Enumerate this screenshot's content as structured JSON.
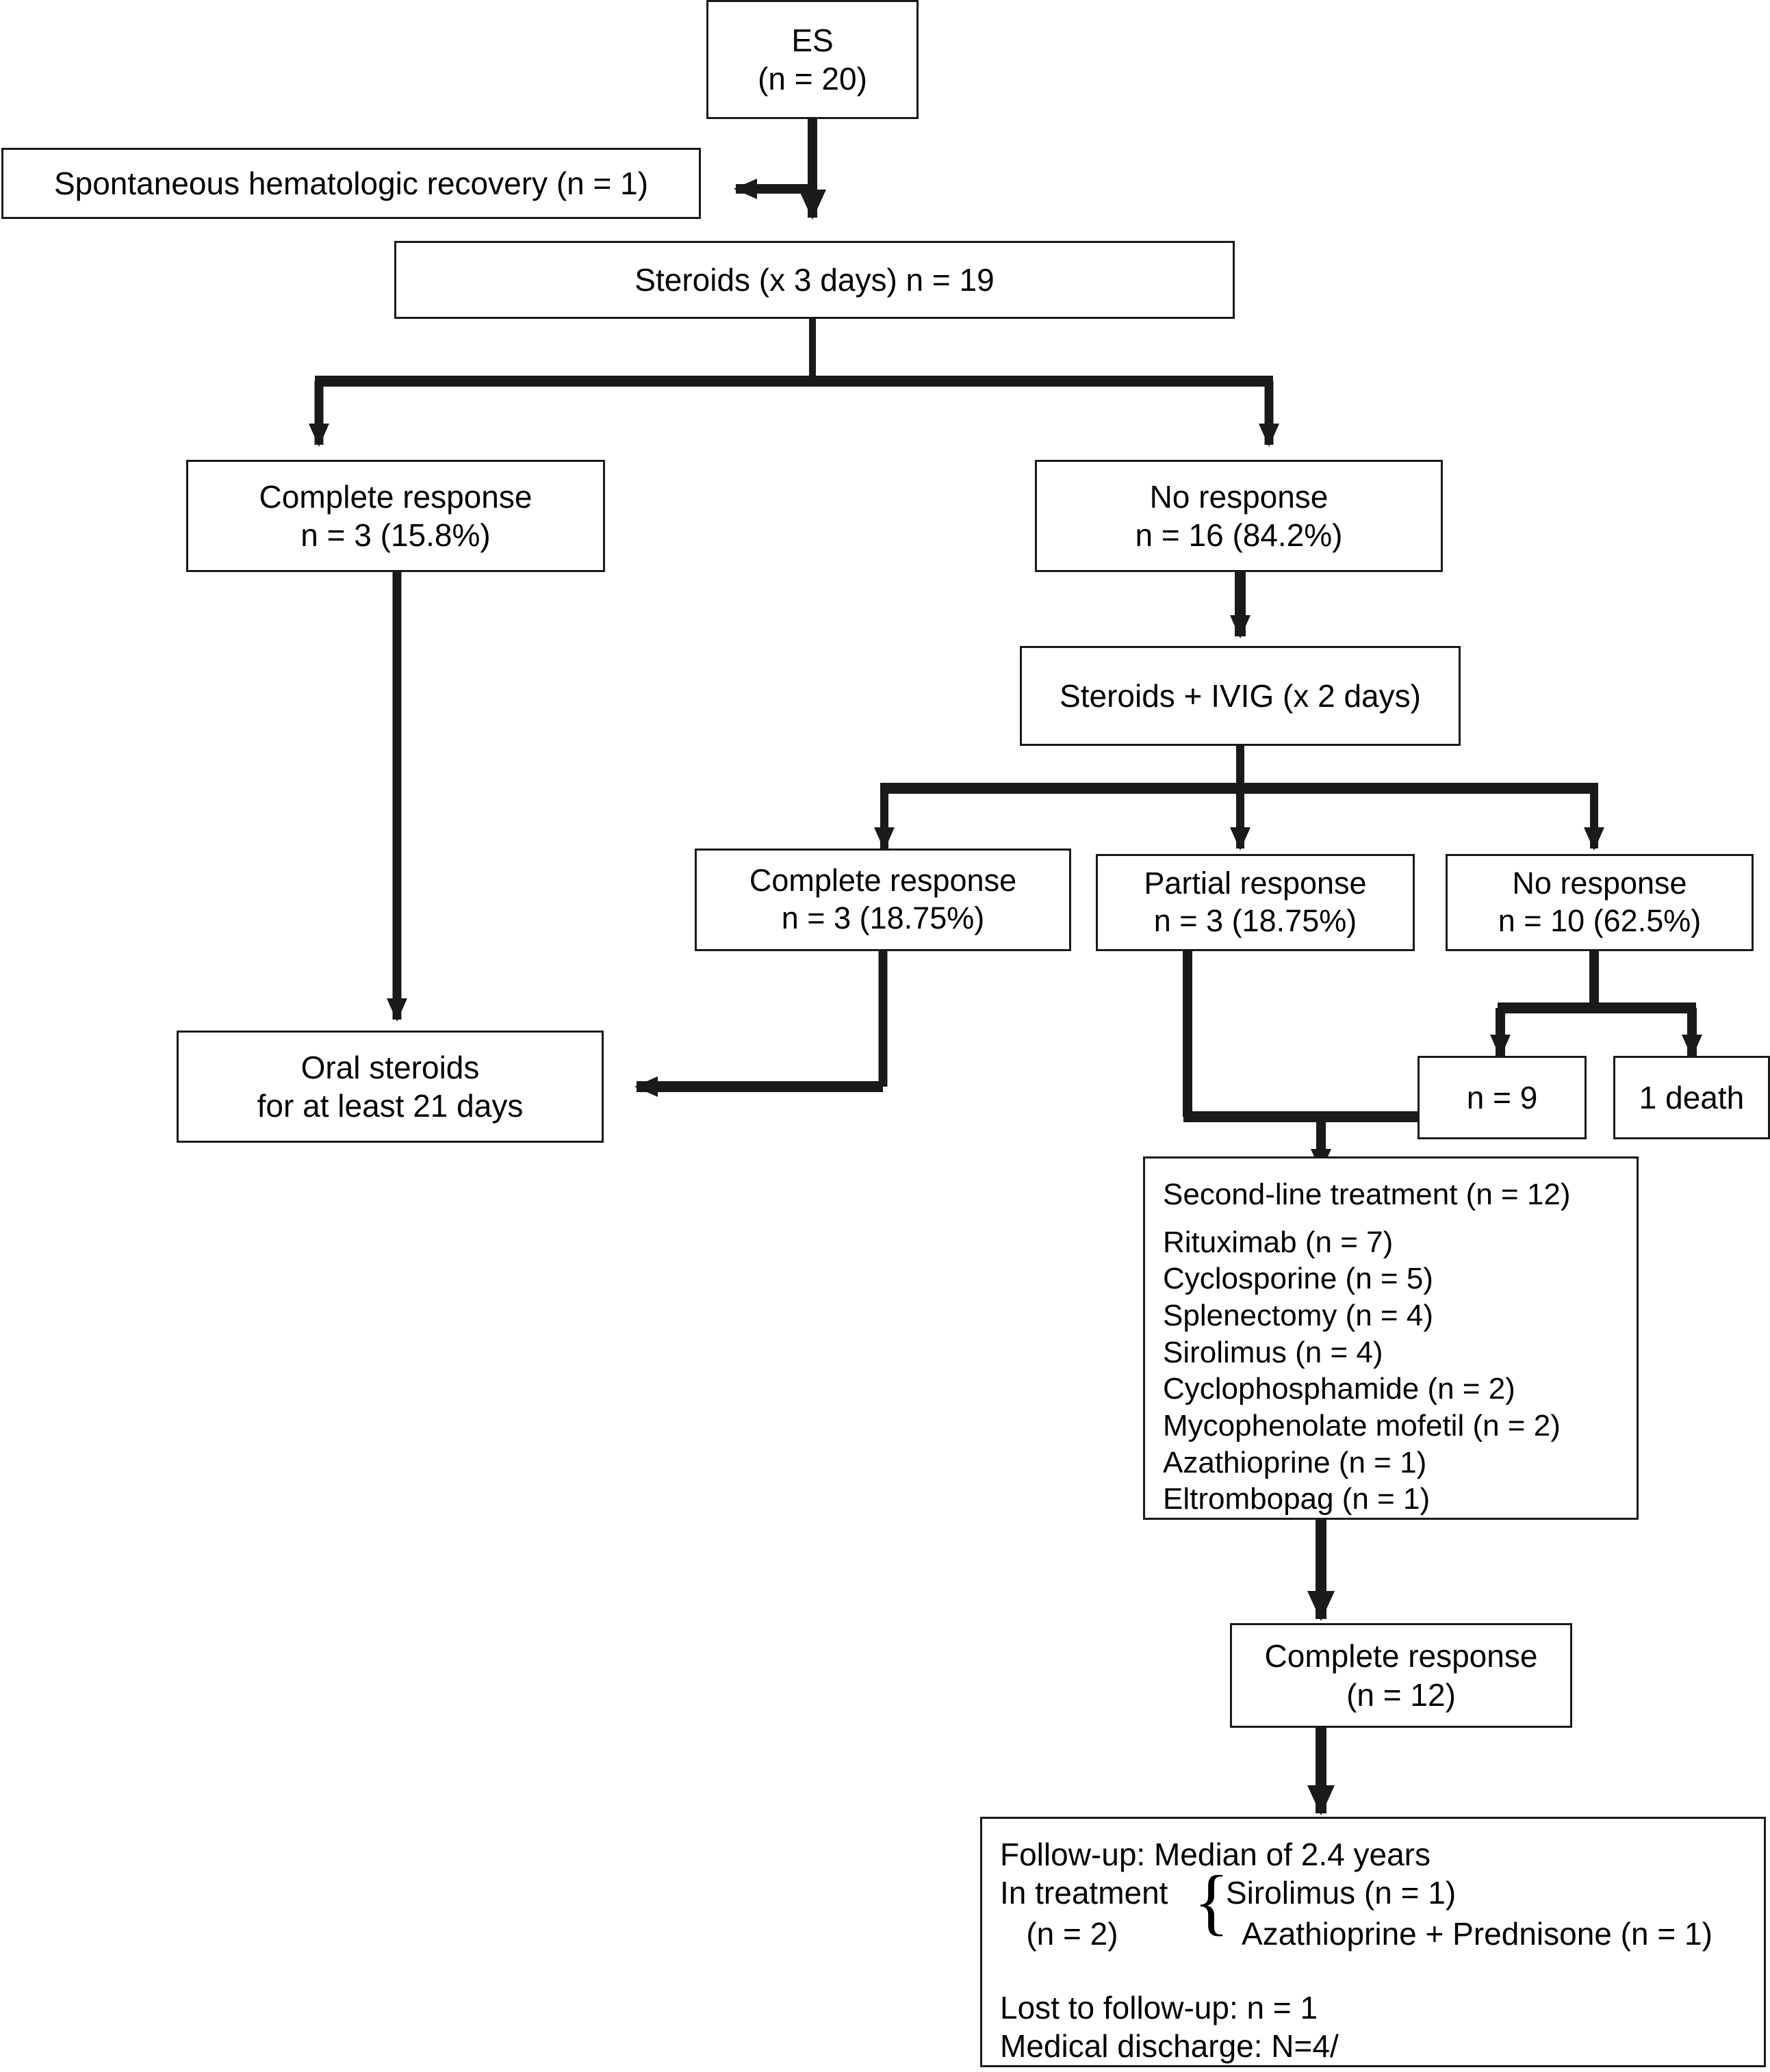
{
  "figure": {
    "type": "flowchart",
    "title": "Evans Syndrome treatment flowchart",
    "line_color": "#1a1a1a",
    "background": "#ffffff"
  },
  "nodes": {
    "es": {
      "line1": "ES",
      "line2": "(n = 20)"
    },
    "spontaneous": {
      "line1": "Spontaneous hematologic recovery (n = 1)"
    },
    "steroids": {
      "line1": "Steroids (x 3 days) n = 19"
    },
    "complete_response_1": {
      "line1": "Complete response",
      "line2": "n = 3 (15.8%)"
    },
    "no_response_1": {
      "line1": "No response",
      "line2": "n = 16 (84.2%)"
    },
    "steroids_ivig": {
      "line1": "Steroids + IVIG (x 2 days)"
    },
    "complete_response_2": {
      "line1": "Complete response",
      "line2": "n = 3 (18.75%)"
    },
    "partial_response": {
      "line1": "Partial response",
      "line2": "n = 3 (18.75%)"
    },
    "no_response_2": {
      "line1": "No response",
      "line2": "n = 10 (62.5%)"
    },
    "oral_steroids": {
      "line1": "Oral steroids",
      "line2": "for at least 21 days"
    },
    "n9": {
      "line1": "n = 9"
    },
    "death": {
      "line1": "1 death"
    },
    "second_line": {
      "heading": "Second-line treatment (n = 12)",
      "treatments": [
        "Rituximab (n = 7)",
        "Cyclosporine (n = 5)",
        "Splenectomy (n = 4)",
        "Sirolimus (n = 4)",
        "Cyclophosphamide (n = 2)",
        "Mycophenolate mofetil (n = 2)",
        "Azathioprine (n = 1)",
        "Eltrombopag (n = 1)"
      ]
    },
    "complete_response_3": {
      "line1": "Complete response",
      "line2": "(n = 12)"
    },
    "followup": {
      "line1": "Follow-up: Median of 2.4 years",
      "line2": "In treatment",
      "line3": "   (n = 2)",
      "brace_item1": "Sirolimus (n = 1)",
      "brace_item2": "  Azathioprine + Prednisone (n = 1)",
      "line4": "Lost to follow-up: n = 1",
      "line5": "Medical discharge: N=4/"
    }
  }
}
